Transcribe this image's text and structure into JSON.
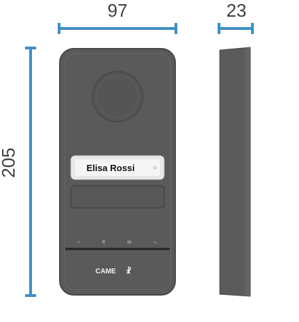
{
  "dimensions": {
    "width_label": "97",
    "depth_label": "23",
    "height_label": "205"
  },
  "panel": {
    "name_tag": "Elisa Rossi",
    "brand": "CAME",
    "brand_symbol": "☧"
  },
  "colors": {
    "dimension_line": "#3e8fc6",
    "dimension_text": "#404040",
    "panel_body": "#5a5a5a",
    "panel_edge": "#474747",
    "name_tag_bg": "#f5f5f5"
  }
}
